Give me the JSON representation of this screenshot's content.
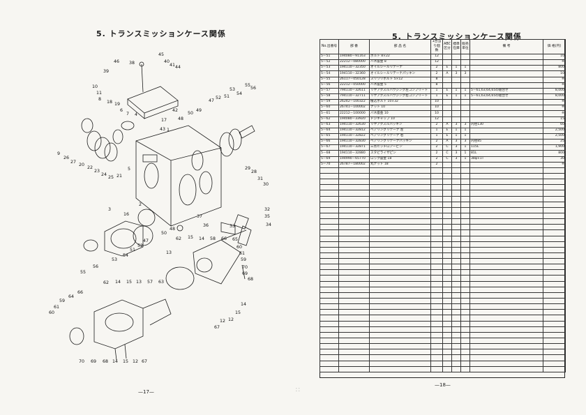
{
  "left_page": {
    "title": "5. トランスミッションケース関係",
    "page_number": "—17—",
    "diagram_callouts": [
      "1",
      "2",
      "3",
      "4",
      "5",
      "6",
      "7",
      "8",
      "9",
      "10",
      "11",
      "12",
      "13",
      "14",
      "15",
      "16",
      "17",
      "18",
      "19",
      "20",
      "21",
      "22",
      "23",
      "24",
      "25",
      "26",
      "27",
      "28",
      "29",
      "30",
      "31",
      "32",
      "33",
      "34",
      "35",
      "36",
      "37",
      "38",
      "39",
      "40",
      "41",
      "42",
      "43",
      "44",
      "45",
      "46",
      "47",
      "48",
      "49",
      "50",
      "51",
      "52",
      "53",
      "54",
      "55",
      "56",
      "57",
      "58",
      "59",
      "60",
      "61",
      "62",
      "63",
      "64",
      "65",
      "66",
      "67",
      "68",
      "69",
      "70"
    ]
  },
  "right_page": {
    "title": "5. トランスミッションケース関係",
    "page_number": "—18—",
    "columns": [
      "No.出番号",
      "部 番",
      "部 品 名",
      "1台当り個 数",
      "ABC区分",
      "標準在庫",
      "販売単位",
      "備 考",
      "価 格(円)"
    ],
    "rows": [
      {
        "no": "5－51",
        "part": "194080－91163",
        "name": "ボルト 8×22",
        "qty": "12",
        "abc": "",
        "std": "",
        "unit": "",
        "note": "",
        "price": "10"
      },
      {
        "no": "5－52",
        "part": "22212－080000",
        "name": "バネ座金 8",
        "qty": "12",
        "abc": "",
        "std": "",
        "unit": "",
        "note": "",
        "price": "※"
      },
      {
        "no": "5－53",
        "part": "194110－32350",
        "name": "オイルシールリテーナ",
        "qty": "2",
        "abc": "E",
        "std": "1",
        "unit": "1",
        "note": "",
        "price": "800"
      },
      {
        "no": "5－54",
        "part": "194110－32360",
        "name": "オイルシールリテーナパッキン",
        "qty": "2",
        "abc": "A",
        "std": "3",
        "unit": "3",
        "note": "",
        "price": "10"
      },
      {
        "no": "5－55",
        "part": "26117－050128",
        "name": "スリワリボルト 5×12",
        "qty": "8",
        "abc": "",
        "std": "",
        "unit": "",
        "note": "",
        "price": "※"
      },
      {
        "no": "5－56",
        "part": "22212－050000",
        "name": "バネ座金 5",
        "qty": "8",
        "abc": "",
        "std": "",
        "unit": "",
        "note": "",
        "price": "※"
      },
      {
        "no": "5－57",
        "part": "794110－32611",
        "name": "リヤアクスルハウジング左コンプリート",
        "qty": "1",
        "abc": "E",
        "std": "1",
        "unit": "1",
        "note": "5－61,63,64,65の組合せ",
        "price": "8,000"
      },
      {
        "no": "5－58",
        "part": "794110－32711",
        "name": "リヤアクスルハウジング右コンプリート",
        "qty": "1",
        "abc": "E",
        "std": "1",
        "unit": "1",
        "note": "5－61,63,64,65の組合せ",
        "price": "8,000"
      },
      {
        "no": "5－59",
        "part": "26242－100322",
        "name": "植込ボルト 10×32",
        "qty": "10",
        "abc": "",
        "std": "",
        "unit": "",
        "note": "",
        "price": "※"
      },
      {
        "no": "5－60",
        "part": "26741－100002",
        "name": "ナット 10",
        "qty": "10",
        "abc": "",
        "std": "",
        "unit": "",
        "note": "",
        "price": "※"
      },
      {
        "no": "5－61",
        "part": "22212－100000",
        "name": "バネ座金 10",
        "qty": "10",
        "abc": "",
        "std": "",
        "unit": "",
        "note": "",
        "price": "※"
      },
      {
        "no": "5－62",
        "part": "194080－33920",
        "name": "ドジキャップ 10",
        "qty": "12",
        "abc": "",
        "std": "",
        "unit": "",
        "note": "",
        "price": "15"
      },
      {
        "no": "5－63",
        "part": "194110－32630",
        "name": "リヤアクスルパッキン",
        "qty": "2",
        "abc": "A",
        "std": "3",
        "unit": "3",
        "note": "内径130",
        "price": "60"
      },
      {
        "no": "5－64",
        "part": "194110－32812",
        "name": "ベアリングリテーナ 左",
        "qty": "1",
        "abc": "E",
        "std": "1",
        "unit": "1",
        "note": "",
        "price": "2,500"
      },
      {
        "no": "5－65",
        "part": "194110－32822",
        "name": "ベアリングリテーナ 右",
        "qty": "1",
        "abc": "E",
        "std": "1",
        "unit": "1",
        "note": "",
        "price": "2,500"
      },
      {
        "no": "5－66",
        "part": "194110－32830",
        "name": "ベアリングリテーナパッキン",
        "qty": "2",
        "abc": "A",
        "std": "3",
        "unit": "3",
        "note": "内径85",
        "price": "25"
      },
      {
        "no": "5－67",
        "part": "194110－32871",
        "name": "三点ヒッチロアーピン",
        "qty": "2",
        "abc": "C",
        "std": "3",
        "unit": "1",
        "note": "115L",
        "price": "1,900"
      },
      {
        "no": "5－68",
        "part": "194110－32880",
        "name": "スタビライザピン",
        "qty": "2",
        "abc": "C",
        "std": "3",
        "unit": "1",
        "note": "81L",
        "price": "800"
      },
      {
        "no": "5－69",
        "part": "194990－65770",
        "name": "ロック座金 18",
        "qty": "2",
        "abc": "C",
        "std": "3",
        "unit": "1",
        "note": "38φ×1T",
        "price": "30"
      },
      {
        "no": "5－70",
        "part": "26787－180002",
        "name": "丸ナット 18",
        "qty": "2",
        "abc": "",
        "std": "",
        "unit": "",
        "note": "",
        "price": "※"
      }
    ]
  },
  "colors": {
    "paper": "#f7f6f2",
    "ink": "#1a1a1a"
  }
}
